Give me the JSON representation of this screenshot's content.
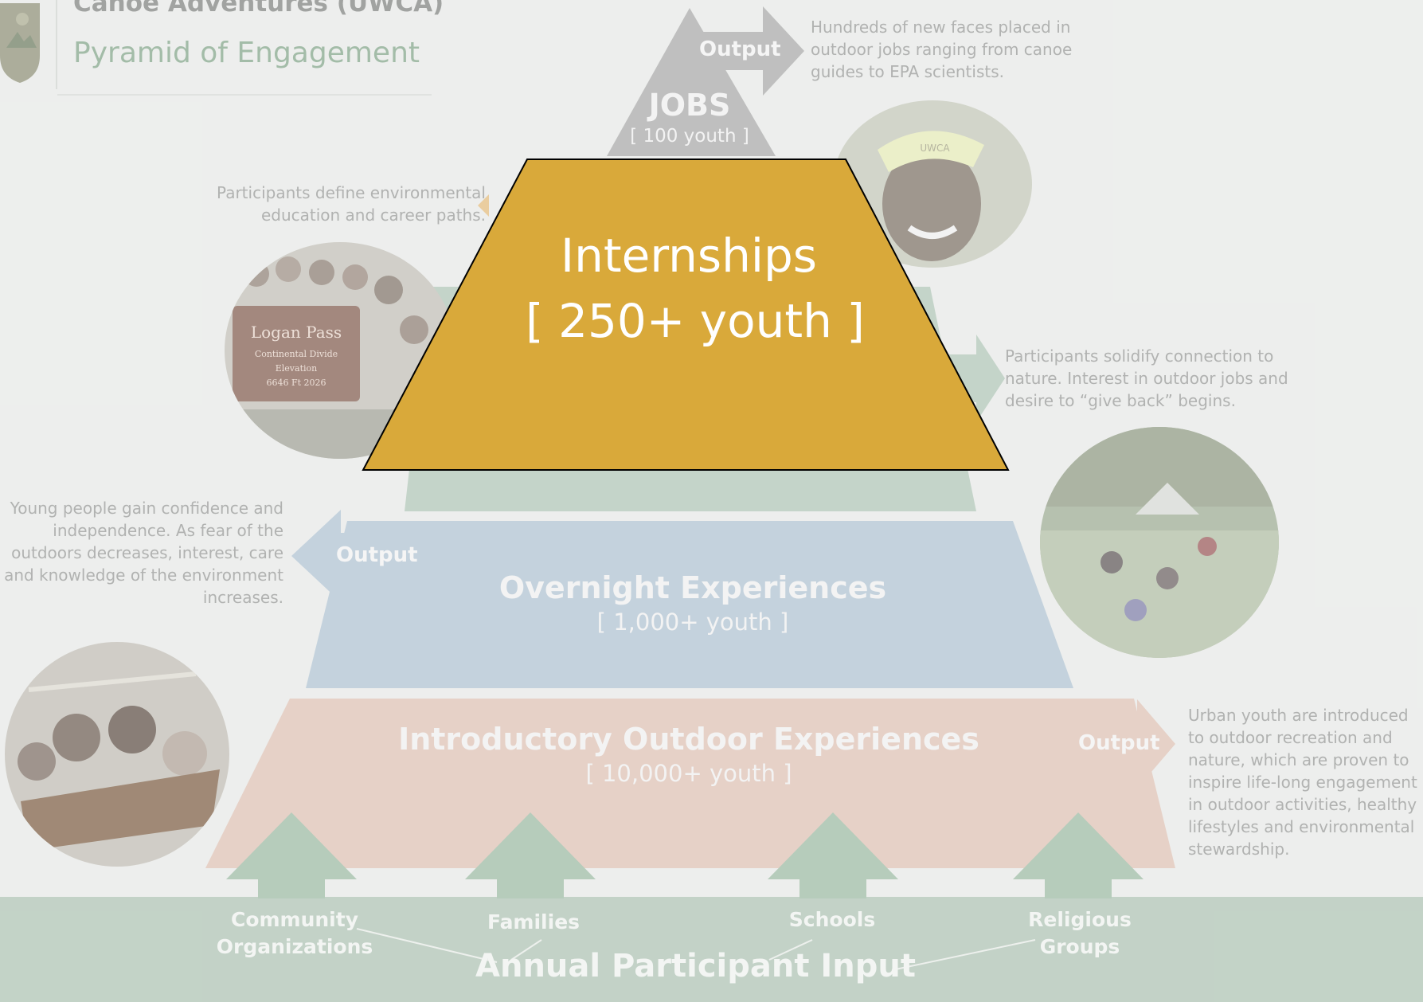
{
  "header": {
    "title": "Canoe Adventures (UWCA)",
    "subtitle": "Pyramid of Engagement"
  },
  "tiers": {
    "jobs": {
      "title": "JOBS",
      "count": "[ 100 youth ]"
    },
    "internships": {
      "title": "Internships",
      "count": "[ 250+ youth ]"
    },
    "overnight": {
      "title": "Overnight Experiences",
      "count": "[ 1,000+ youth ]"
    },
    "intro": {
      "title": "Introductory Outdoor Experiences",
      "count": "[ 10,000+ youth ]"
    }
  },
  "outputs": {
    "jobs": "Output",
    "overnight": "Output",
    "intro": "Output"
  },
  "descriptions": {
    "jobs": "Hundreds of new faces placed in outdoor jobs ranging from canoe guides to EPA scientists.",
    "internships": "Participants define environmental education and career paths.",
    "solidify": "Participants solidify connection to nature. Interest in outdoor jobs and desire to “give back” begins.",
    "overnight": "Young people gain confidence and independence. As fear of the outdoors decreases, interest, care and knowledge of the environment increases.",
    "intro": "Urban youth are introduced to outdoor recreation and nature, which are proven to inspire life-long engagement in outdoor activities, healthy lifestyles and environmental stewardship."
  },
  "photo_sign": {
    "line1": "Logan Pass",
    "line2": "Continental Divide",
    "line3": "Elevation",
    "line4": "6646 Ft  2026"
  },
  "photo_cap": "UWCA",
  "inputs": {
    "community_line1": "Community",
    "community_line2": "Organizations",
    "families": "Families",
    "schools": "Schools",
    "religious_line1": "Religious",
    "religious_line2": "Groups",
    "main": "Annual Participant Input"
  },
  "highlight": {
    "line1": "Internships",
    "line2": "[ 250+ youth ]",
    "fill": "#d9a93a"
  },
  "colors": {
    "jobs_tier": "#b1b1b1",
    "green_tier": "#b8cbbe",
    "overnight_tier": "#b8c9d6",
    "intro_tier": "#e1c7bb",
    "input_band": "#b6c9bb",
    "input_arrows": "#a7c1ad"
  }
}
